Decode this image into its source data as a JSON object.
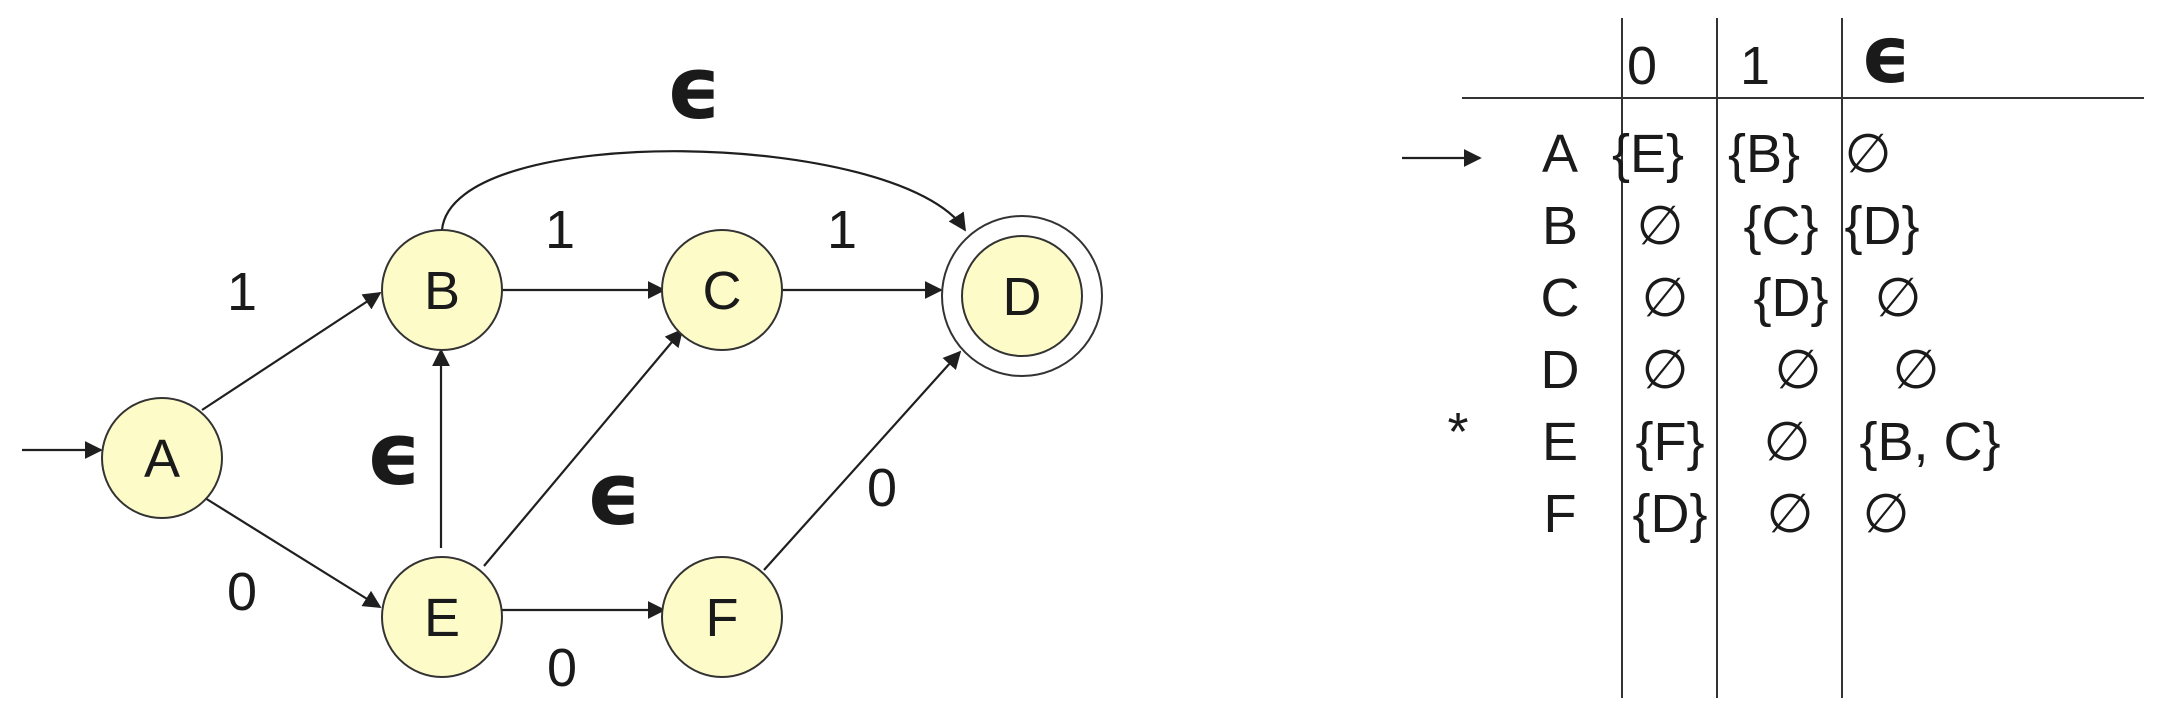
{
  "diagram": {
    "nodes": [
      {
        "id": "A",
        "label": "A"
      },
      {
        "id": "B",
        "label": "B"
      },
      {
        "id": "C",
        "label": "C"
      },
      {
        "id": "D",
        "label": "D",
        "accepting": true
      },
      {
        "id": "E",
        "label": "E"
      },
      {
        "id": "F",
        "label": "F"
      }
    ],
    "start": "A",
    "edges": [
      {
        "from": "A",
        "to": "B",
        "label": "1"
      },
      {
        "from": "A",
        "to": "E",
        "label": "0"
      },
      {
        "from": "B",
        "to": "C",
        "label": "1"
      },
      {
        "from": "C",
        "to": "D",
        "label": "1"
      },
      {
        "from": "B",
        "to": "D",
        "label": "ϵ"
      },
      {
        "from": "E",
        "to": "B",
        "label": "ϵ"
      },
      {
        "from": "E",
        "to": "C",
        "label": "ϵ"
      },
      {
        "from": "E",
        "to": "F",
        "label": "0"
      },
      {
        "from": "F",
        "to": "D",
        "label": "0"
      }
    ]
  },
  "table": {
    "headers": [
      "0",
      "1",
      "ϵ"
    ],
    "rows": [
      {
        "marker": "→",
        "state": "A",
        "cells": [
          "{E}",
          "{B}",
          "∅"
        ]
      },
      {
        "marker": "",
        "state": "B",
        "cells": [
          "∅",
          "{C}",
          "{D}"
        ]
      },
      {
        "marker": "",
        "state": "C",
        "cells": [
          "∅",
          "{D}",
          "∅"
        ]
      },
      {
        "marker": "",
        "state": "D",
        "cells": [
          "∅",
          "∅",
          "∅"
        ]
      },
      {
        "marker": "*",
        "state": "E",
        "cells": [
          "{F}",
          "∅",
          "{B, C}"
        ]
      },
      {
        "marker": "",
        "state": "F",
        "cells": [
          "{D}",
          "∅",
          "∅"
        ]
      }
    ]
  }
}
